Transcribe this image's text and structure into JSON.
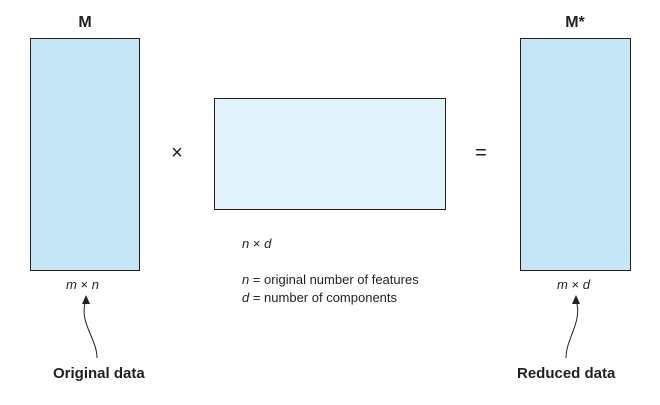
{
  "left_matrix": {
    "title": "M",
    "dim_a": "m",
    "times": "×",
    "dim_b": "n",
    "caption": "Original data"
  },
  "middle_matrix": {
    "dim_a": "n",
    "times": "×",
    "dim_b": "d"
  },
  "right_matrix": {
    "title": "M*",
    "dim_a": "m",
    "times": "×",
    "dim_b": "d",
    "caption": "Reduced data"
  },
  "operators": {
    "multiply": "×",
    "equals": "="
  },
  "legend": [
    {
      "symbol": "n",
      "text": " = original number of features"
    },
    {
      "symbol": "d",
      "text": " = number of components"
    }
  ],
  "colors": {
    "matrix_fill": "#c4e6f6",
    "middle_fill": "#e1f2fa",
    "stroke": "#231f20"
  }
}
